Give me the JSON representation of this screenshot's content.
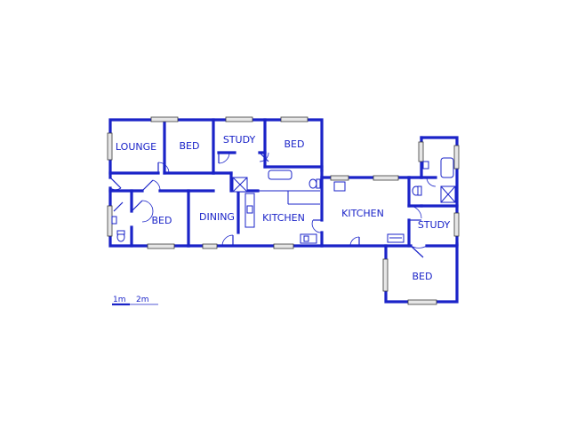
{
  "rooms": {
    "lounge": "LOUNGE",
    "bed_1": "BED",
    "study_1": "STUDY",
    "bed_2": "BED",
    "bed_3": "BED",
    "dining": "DINING",
    "kitchen_1": "KITCHEN",
    "kitchen_2": "KITCHEN",
    "study_2": "STUDY",
    "bed_4": "BED"
  },
  "scale": {
    "label_1": "1m",
    "label_2": "2m"
  },
  "colors": {
    "wall": "#1a23c8",
    "window_fill": "#e6e6e6"
  }
}
